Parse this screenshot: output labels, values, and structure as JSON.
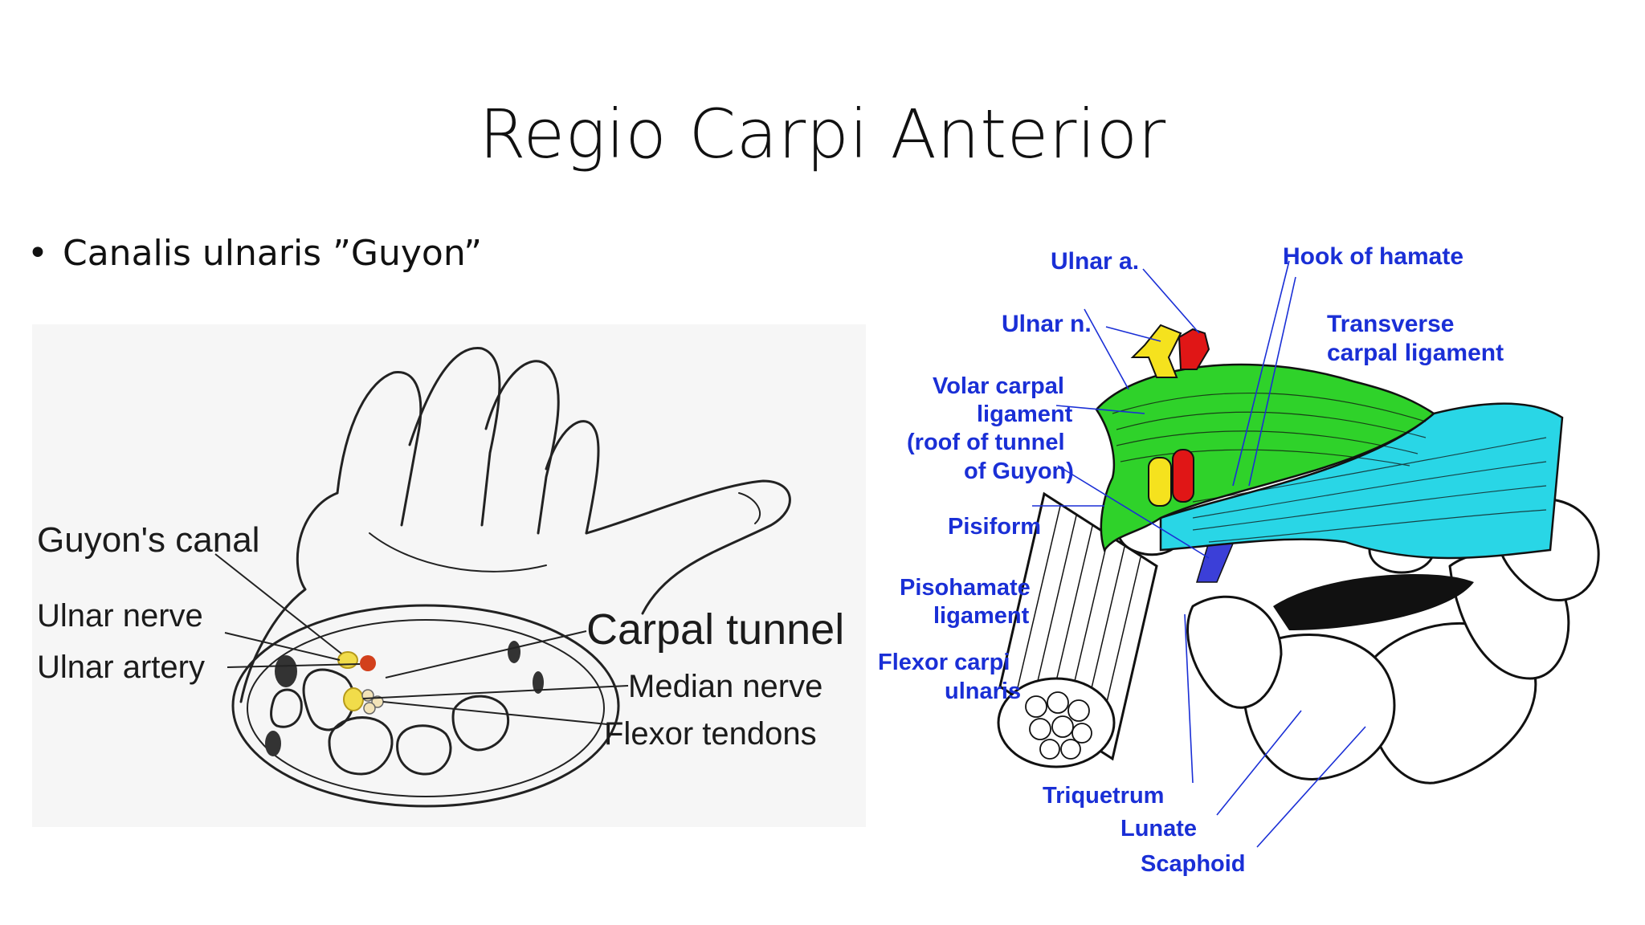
{
  "slide": {
    "title": "Regio Carpi Anterior",
    "bullet": "Canalis ulnaris ”Guyon”"
  },
  "left_diagram": {
    "labels": {
      "guyons_canal": "Guyon's canal",
      "ulnar_nerve": "Ulnar nerve",
      "ulnar_artery": "Ulnar artery",
      "carpal_tunnel": "Carpal tunnel",
      "median_nerve": "Median nerve",
      "flexor_tendons": "Flexor tendons"
    },
    "colors": {
      "nerve": "#f1dc4a",
      "artery": "#d2401c"
    }
  },
  "right_diagram": {
    "labels": {
      "ulnar_a": "Ulnar a.",
      "hook_of_hamate": "Hook of hamate",
      "ulnar_n": "Ulnar n.",
      "transverse_1": "Transverse",
      "transverse_2": "carpal ligament",
      "volar_1": "Volar carpal",
      "volar_2": "ligament",
      "volar_3": "(roof of tunnel",
      "volar_4": "of Guyon)",
      "pisiform": "Pisiform",
      "pisohamate_1": "Pisohamate",
      "pisohamate_2": "ligament",
      "fcu_1": "Flexor carpi",
      "fcu_2": "ulnaris",
      "triquetrum": "Triquetrum",
      "lunate": "Lunate",
      "scaphoid": "Scaphoid"
    },
    "colors": {
      "label": "#1a2fd6",
      "volar_ligament": "#2fd22a",
      "transverse_ligament": "#29d6e6",
      "nerve": "#f5e21e",
      "artery": "#e01616"
    }
  }
}
